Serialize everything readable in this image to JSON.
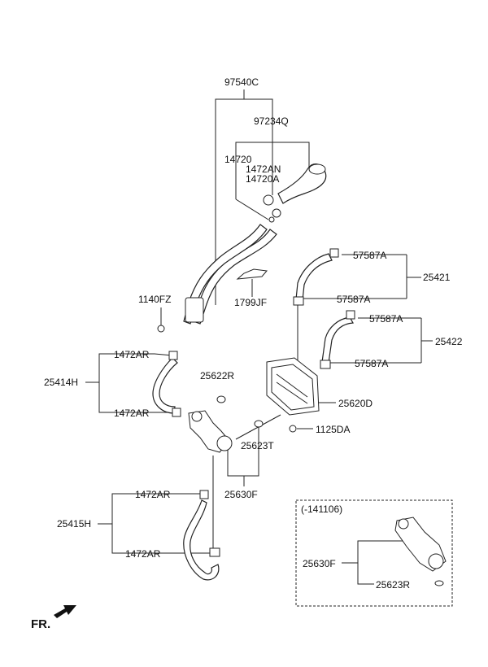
{
  "labels": {
    "p97540C": "97540C",
    "p97234Q": "97234Q",
    "p14720": "14720",
    "p1472AN": "1472AN",
    "p14720A": "14720A",
    "p1140FZ": "1140FZ",
    "p1799JF": "1799JF",
    "p57587A_1": "57587A",
    "p25421": "25421",
    "p57587A_2": "57587A",
    "p57587A_3": "57587A",
    "p25422": "25422",
    "p57587A_4": "57587A",
    "p1472AR_1": "1472AR",
    "p25414H": "25414H",
    "p25622R": "25622R",
    "p1472AR_2": "1472AR",
    "p25620D": "25620D",
    "p1125DA": "1125DA",
    "p25623T": "25623T",
    "p25630F": "25630F",
    "p1472AR_3": "1472AR",
    "p25415H": "25415H",
    "p1472AR_4": "1472AR",
    "inset_title": "(-141106)",
    "inset_25630F": "25630F",
    "inset_25623R": "25623R"
  },
  "front_marker": "FR."
}
